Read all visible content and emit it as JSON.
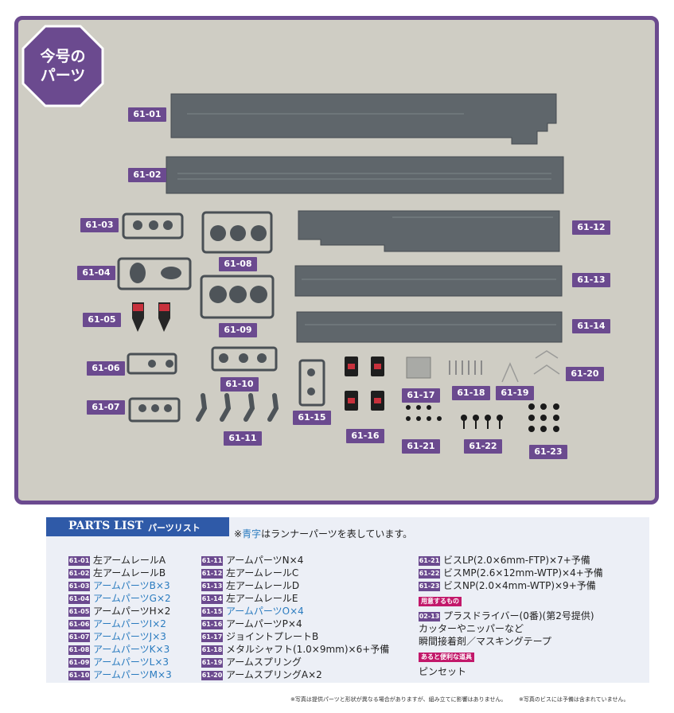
{
  "badge": {
    "line1": "今号の",
    "line2": "パーツ"
  },
  "labels": {
    "p01": "61-01",
    "p02": "61-02",
    "p03": "61-03",
    "p04": "61-04",
    "p05": "61-05",
    "p06": "61-06",
    "p07": "61-07",
    "p08": "61-08",
    "p09": "61-09",
    "p10": "61-10",
    "p11": "61-11",
    "p12": "61-12",
    "p13": "61-13",
    "p14": "61-14",
    "p15": "61-15",
    "p16": "61-16",
    "p17": "61-17",
    "p18": "61-18",
    "p19": "61-19",
    "p20": "61-20",
    "p21": "61-21",
    "p22": "61-22",
    "p23": "61-23"
  },
  "parts_list": {
    "title": "PARTS LIST",
    "subtitle": "パーツリスト",
    "note_mark": "※",
    "note_blue": "青字",
    "note_rest": "はランナーパーツを表しています。",
    "col1": [
      {
        "id": "61-01",
        "name": "左アームレールA"
      },
      {
        "id": "61-02",
        "name": "左アームレールB"
      },
      {
        "id": "61-03",
        "name": "アームパーツB×3"
      },
      {
        "id": "61-04",
        "name": "アームパーツG×2"
      },
      {
        "id": "61-05",
        "name": "アームパーツH×2"
      },
      {
        "id": "61-06",
        "name": "アームパーツI×2"
      },
      {
        "id": "61-07",
        "name": "アームパーツJ×3"
      },
      {
        "id": "61-08",
        "name": "アームパーツK×3"
      },
      {
        "id": "61-09",
        "name": "アームパーツL×3"
      },
      {
        "id": "61-10",
        "name": "アームパーツM×3"
      }
    ],
    "col2": [
      {
        "id": "61-11",
        "name": "アームパーツN×4"
      },
      {
        "id": "61-12",
        "name": "左アームレールC"
      },
      {
        "id": "61-13",
        "name": "左アームレールD"
      },
      {
        "id": "61-14",
        "name": "左アームレールE"
      },
      {
        "id": "61-15",
        "name": "アームパーツO×4"
      },
      {
        "id": "61-16",
        "name": "アームパーツP×4"
      },
      {
        "id": "61-17",
        "name": "ジョイントプレートB"
      },
      {
        "id": "61-18",
        "name": "メタルシャフト(1.0×9mm)×6+予備"
      },
      {
        "id": "61-19",
        "name": "アームスプリング"
      },
      {
        "id": "61-20",
        "name": "アームスプリングA×2"
      }
    ],
    "col3": [
      {
        "id": "61-21",
        "name": "ビスLP(2.0×6mm-FTP)×7+予備"
      },
      {
        "id": "61-22",
        "name": "ビスMP(2.6×12mm-WTP)×4+予備"
      },
      {
        "id": "61-23",
        "name": "ビスNP(2.0×4mm-WTP)×9+予備"
      }
    ],
    "prepare_tag": "用意するもの",
    "prepare_id": "02-13",
    "prepare_item1": "プラスドライバー(0番)(第2号提供)",
    "prepare_item2": "カッターやニッパーなど",
    "prepare_item3": "瞬間接着剤／マスキングテープ",
    "handy_tag": "あると便利な道具",
    "handy_item": "ピンセット"
  },
  "footnotes": {
    "left": "※写真は提供パーツと形状が異なる場合がありますが、組み立てに影響はありません。",
    "right": "※写真のビスには予備は含まれていません。"
  },
  "colors": {
    "purple": "#6b4a8f",
    "blue": "#2f5aa8",
    "runner_blue": "#2a7bbf",
    "tag_pink": "#c2186a",
    "part_gray": "#5f666b"
  }
}
